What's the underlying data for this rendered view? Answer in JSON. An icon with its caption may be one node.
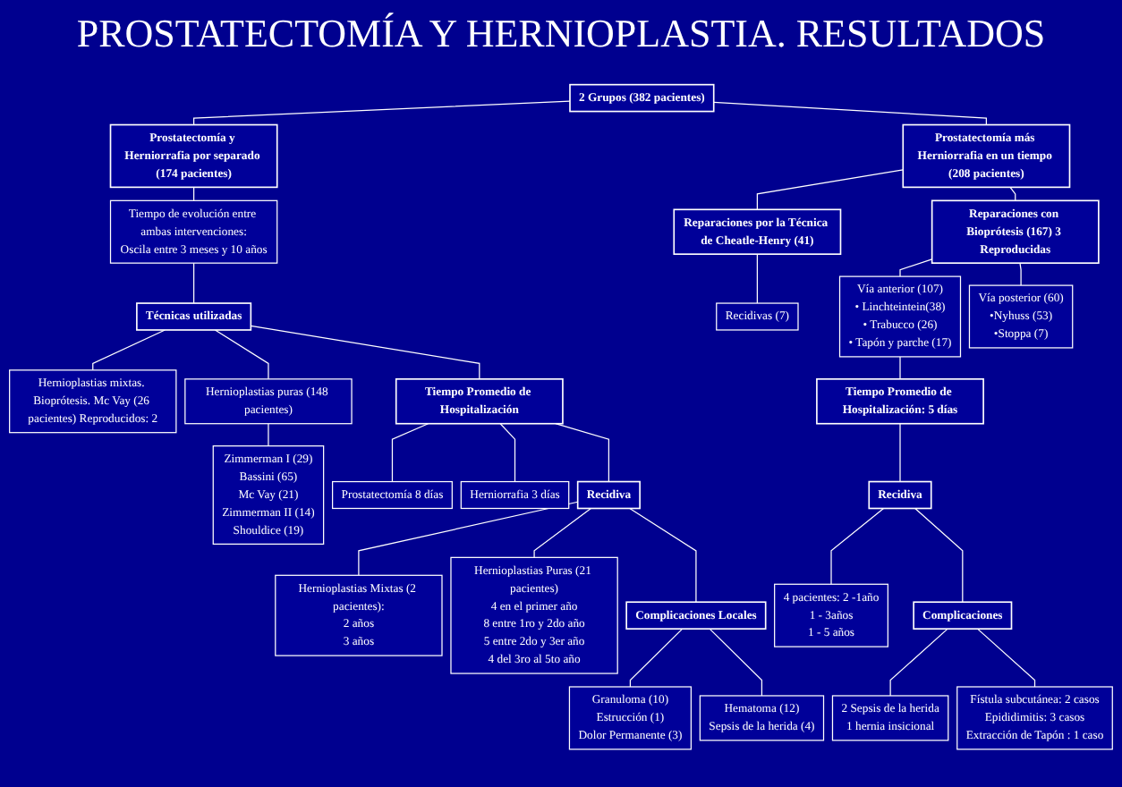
{
  "diagram": {
    "title": "PROSTATECTOMÍA Y HERNIOPLASTIA. RESULTADOS",
    "nodes": [
      {
        "text": [
          "2 Grupos (382 pacientes)"
        ]
      },
      {
        "text": [
          "Prostatectomía y Herniorrafia por separado (174 pacientes)"
        ]
      },
      {
        "text": [
          "Prostatectomía más Herniorrafia en un tiempo (208 pacientes)"
        ]
      },
      {
        "text": [
          "Tiempo de evolución entre ambas intervenciones:",
          "Oscila entre 3 meses y 10 años"
        ]
      },
      {
        "text": [
          "Reparaciones por la Técnica de Cheatle-Henry (41)"
        ]
      },
      {
        "text": [
          "Reparaciones con Bioprótesis (167) 3 Reproducidas"
        ]
      },
      {
        "text": [
          "Recidivas (7)"
        ]
      },
      {
        "text": [
          "Vía anterior (107)",
          "• Linchteintein(38)",
          "• Trabucco (26)",
          "• Tapón y parche (17)"
        ]
      },
      {
        "text": [
          "Vía posterior (60)",
          "•Nyhuss (53)",
          "•Stoppa (7)"
        ]
      },
      {
        "text": [
          "Hernioplastias mixtas. Bioprótesis. Mc Vay (26 pacientes) Reproducidos: 2"
        ]
      },
      {
        "text": [
          "Técnicas utilizadas"
        ]
      },
      {
        "text": [
          "Hernioplastias puras (148 pacientes)"
        ]
      },
      {
        "text": [
          "Zimmerman I (29)",
          "Bassini (65)",
          "Mc Vay (21)",
          "Zimmerman II (14)",
          "Shouldice (19)"
        ]
      },
      {
        "text": [
          "Tiempo Promedio de Hospitalización"
        ]
      },
      {
        "text": [
          "Tiempo Promedio de Hospitalización: 5 días"
        ]
      },
      {
        "text": [
          "Prostatectomía 8 días"
        ]
      },
      {
        "text": [
          "Herniorrafia 3 días"
        ]
      },
      {
        "text": [
          "Recidiva"
        ]
      },
      {
        "text": [
          "4 pacientes: 2 -1año",
          "1 - 3años",
          "1 - 5 años"
        ]
      },
      {
        "text": [
          "Hernioplastias Mixtas (2 pacientes):",
          "2 años",
          "3 años"
        ]
      },
      {
        "text": [
          "Recidiva"
        ]
      },
      {
        "text": [
          "Hernioplastias Puras (21 pacientes)",
          "4 en el primer año",
          "8 entre 1ro y 2do año",
          "5 entre 2do y 3er año",
          "4 del 3ro al 5to año"
        ]
      },
      {
        "text": [
          "Complicaciones"
        ]
      },
      {
        "text": [
          "2 Sepsis de la herida",
          "1 hernia insicional"
        ]
      },
      {
        "text": [
          "Fístula subcutánea: 2 casos",
          "Epididimitis: 3 casos",
          "Extracción de Tapón : 1 caso"
        ]
      },
      {
        "text": [
          "Granuloma (10)",
          "Estrucción (1)",
          "Dolor Permanente (3)"
        ]
      },
      {
        "text": [
          "Complicaciones Locales"
        ]
      },
      {
        "text": [
          "Hematoma (12)",
          "Sepsis de la herida (4)"
        ]
      }
    ],
    "edges": [
      {
        "from": 0,
        "to": 1,
        "arrow": "none"
      },
      {
        "from": 0,
        "to": 2,
        "arrow": "none"
      },
      {
        "from": 1,
        "to": 3,
        "arrow": "none"
      },
      {
        "from": 3,
        "to": 10,
        "arrow": "none"
      },
      {
        "from": 10,
        "to": 9,
        "arrow": "none"
      },
      {
        "from": 10,
        "to": 11,
        "arrow": "none"
      },
      {
        "from": 11,
        "to": 12,
        "arrow": "none"
      },
      {
        "from": 10,
        "to": 13,
        "arrow": "none"
      },
      {
        "from": 13,
        "to": 15,
        "arrow": "none"
      },
      {
        "from": 13,
        "to": 16,
        "arrow": "none"
      },
      {
        "from": 13,
        "to": 20,
        "arrow": "none"
      },
      {
        "from": 20,
        "to": 19,
        "arrow": "none"
      },
      {
        "from": 20,
        "to": 21,
        "arrow": "none"
      },
      {
        "from": 20,
        "to": 26,
        "arrow": "none"
      },
      {
        "from": 26,
        "to": 25,
        "arrow": "none"
      },
      {
        "from": 26,
        "to": 27,
        "arrow": "none"
      },
      {
        "from": 2,
        "to": 4,
        "arrow": "none"
      },
      {
        "from": 2,
        "to": 5,
        "arrow": "none"
      },
      {
        "from": 4,
        "to": 6,
        "arrow": "none"
      },
      {
        "from": 5,
        "to": 7,
        "arrow": "none"
      },
      {
        "from": 5,
        "to": 8,
        "arrow": "none"
      },
      {
        "from": 7,
        "to": 14,
        "arrow": "none"
      },
      {
        "from": 14,
        "to": 17,
        "arrow": "none"
      },
      {
        "from": 17,
        "to": 18,
        "arrow": "none"
      },
      {
        "from": 17,
        "to": 22,
        "arrow": "none"
      },
      {
        "from": 22,
        "to": 23,
        "arrow": "none"
      },
      {
        "from": 22,
        "to": 24,
        "arrow": "none"
      }
    ]
  }
}
